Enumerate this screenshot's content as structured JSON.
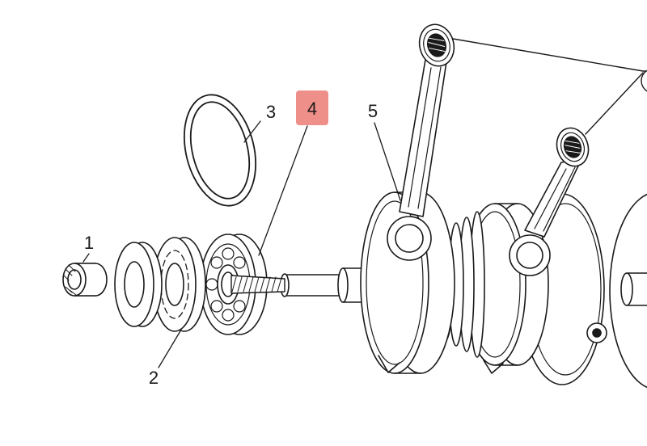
{
  "diagram": {
    "background_color": "#ffffff",
    "line_color": "#1a1a1a",
    "highlight_color": "#ef8f89",
    "callouts": {
      "c1": {
        "label": "1",
        "highlighted": false
      },
      "c2": {
        "label": "2",
        "highlighted": false
      },
      "c3": {
        "label": "3",
        "highlighted": false
      },
      "c4": {
        "label": "4",
        "highlighted": true
      },
      "c5": {
        "label": "5",
        "highlighted": false
      }
    }
  }
}
